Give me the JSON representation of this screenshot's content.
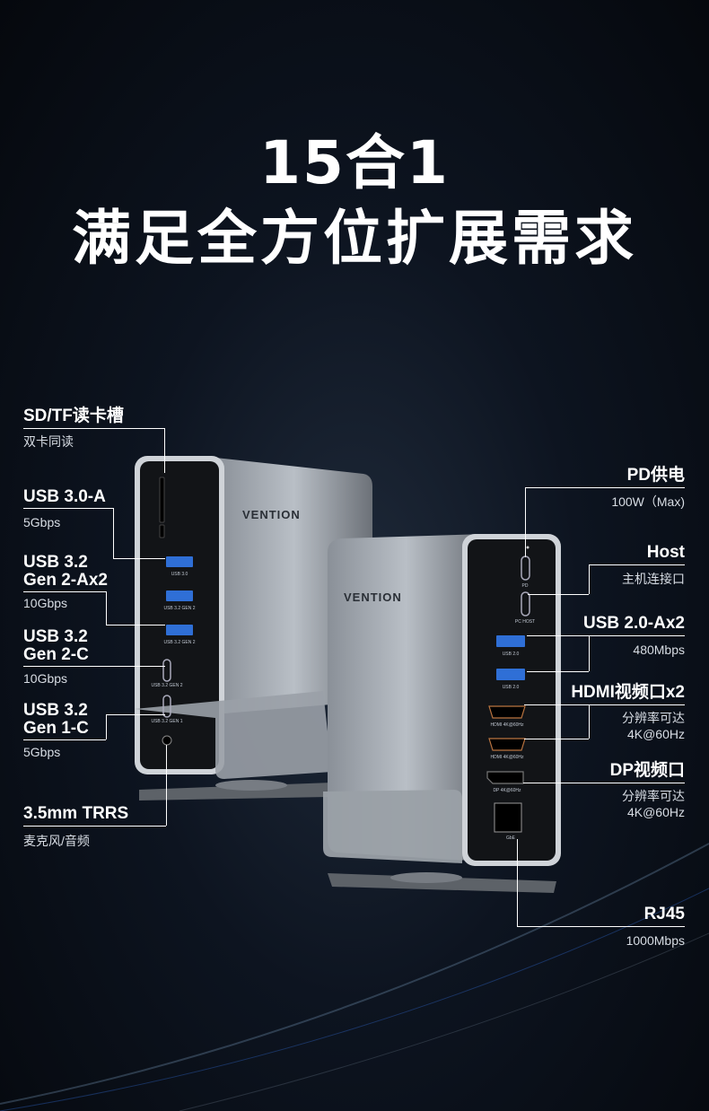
{
  "headline": {
    "line1": "15合1",
    "line2": "满足全方位扩展需求"
  },
  "brand": "VENTION",
  "left_labels": [
    {
      "title": "SD/TF读卡槽",
      "sub": "双卡同读"
    },
    {
      "title": "USB 3.0-A",
      "sub": "5Gbps"
    },
    {
      "title": "USB 3.2\nGen 2-Ax2",
      "title1": "USB 3.2",
      "title2": "Gen 2-Ax2",
      "sub": "10Gbps"
    },
    {
      "title1": "USB 3.2",
      "title2": "Gen 2-C",
      "sub": "10Gbps"
    },
    {
      "title1": "USB 3.2",
      "title2": "Gen 1-C",
      "sub": "5Gbps"
    },
    {
      "title": "3.5mm TRRS",
      "sub": "麦克风/音频"
    }
  ],
  "right_labels": [
    {
      "title": "PD供电",
      "sub": "100W（Max)"
    },
    {
      "title": "Host",
      "sub": "主机连接口"
    },
    {
      "title": "USB 2.0-Ax2",
      "sub": "480Mbps"
    },
    {
      "title": "HDMI视频口x2",
      "sub1": "分辨率可达",
      "sub2": "4K@60Hz"
    },
    {
      "title": "DP视频口",
      "sub1": "分辨率可达",
      "sub2": "4K@60Hz"
    },
    {
      "title": "RJ45",
      "sub": "1000Mbps"
    }
  ],
  "port_labels": {
    "left": [
      "USB 3.0",
      "USB 3.2 GEN 2",
      "USB 3.2 GEN 2",
      "USB 3.2 GEN 2",
      "USB 3.2 GEN 1"
    ],
    "right": [
      "PD",
      "PC HOST",
      "USB 2.0",
      "USB 2.0",
      "HDMI 4K@60Hz",
      "HDMI 4K@60Hz",
      "DP 4K@60Hz",
      "GbE"
    ]
  },
  "colors": {
    "usb3_blue": "#2f6fd6",
    "accent_blue": "#3a80ff"
  }
}
